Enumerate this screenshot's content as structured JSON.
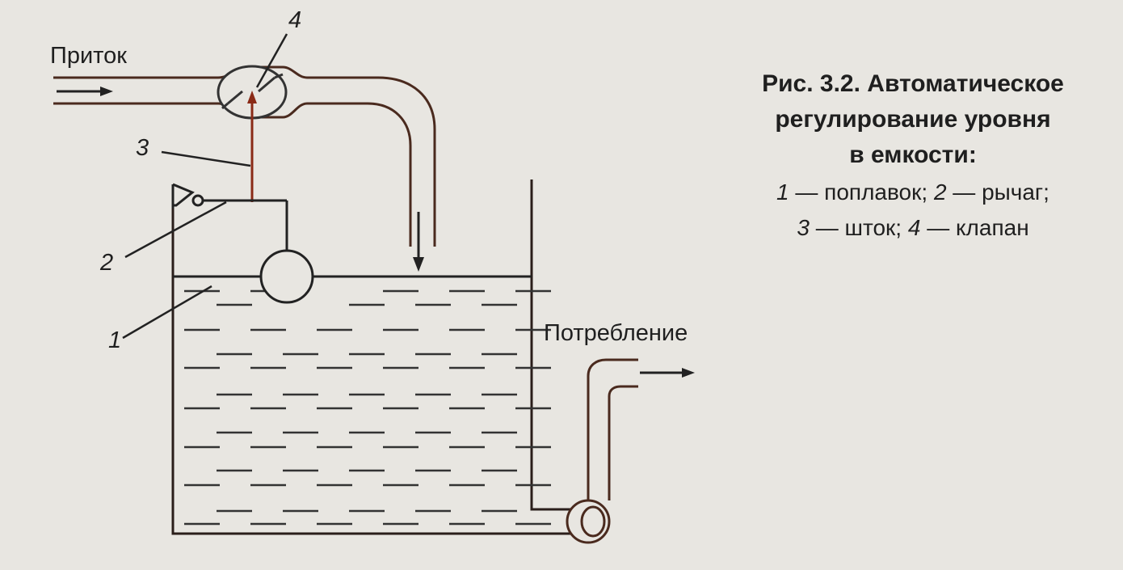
{
  "labels": {
    "inflow": "Приток",
    "consumption": "Потребление",
    "n1": "1",
    "n2": "2",
    "n3": "3",
    "n4": "4"
  },
  "caption": {
    "title_line1": "Рис. 3.2. Автоматическое",
    "title_line2": "регулирование уровня",
    "title_line3": "в емкости:",
    "legend": [
      {
        "num": "1",
        "text": " — поплавок; "
      },
      {
        "num": "2",
        "text": " — рычаг;"
      },
      {
        "num": "3",
        "text": " — шток; "
      },
      {
        "num": "4",
        "text": " — клапан"
      }
    ]
  },
  "colors": {
    "line": "#222222",
    "pipe": "#5a2a1c",
    "stem": "#8a2a16"
  }
}
